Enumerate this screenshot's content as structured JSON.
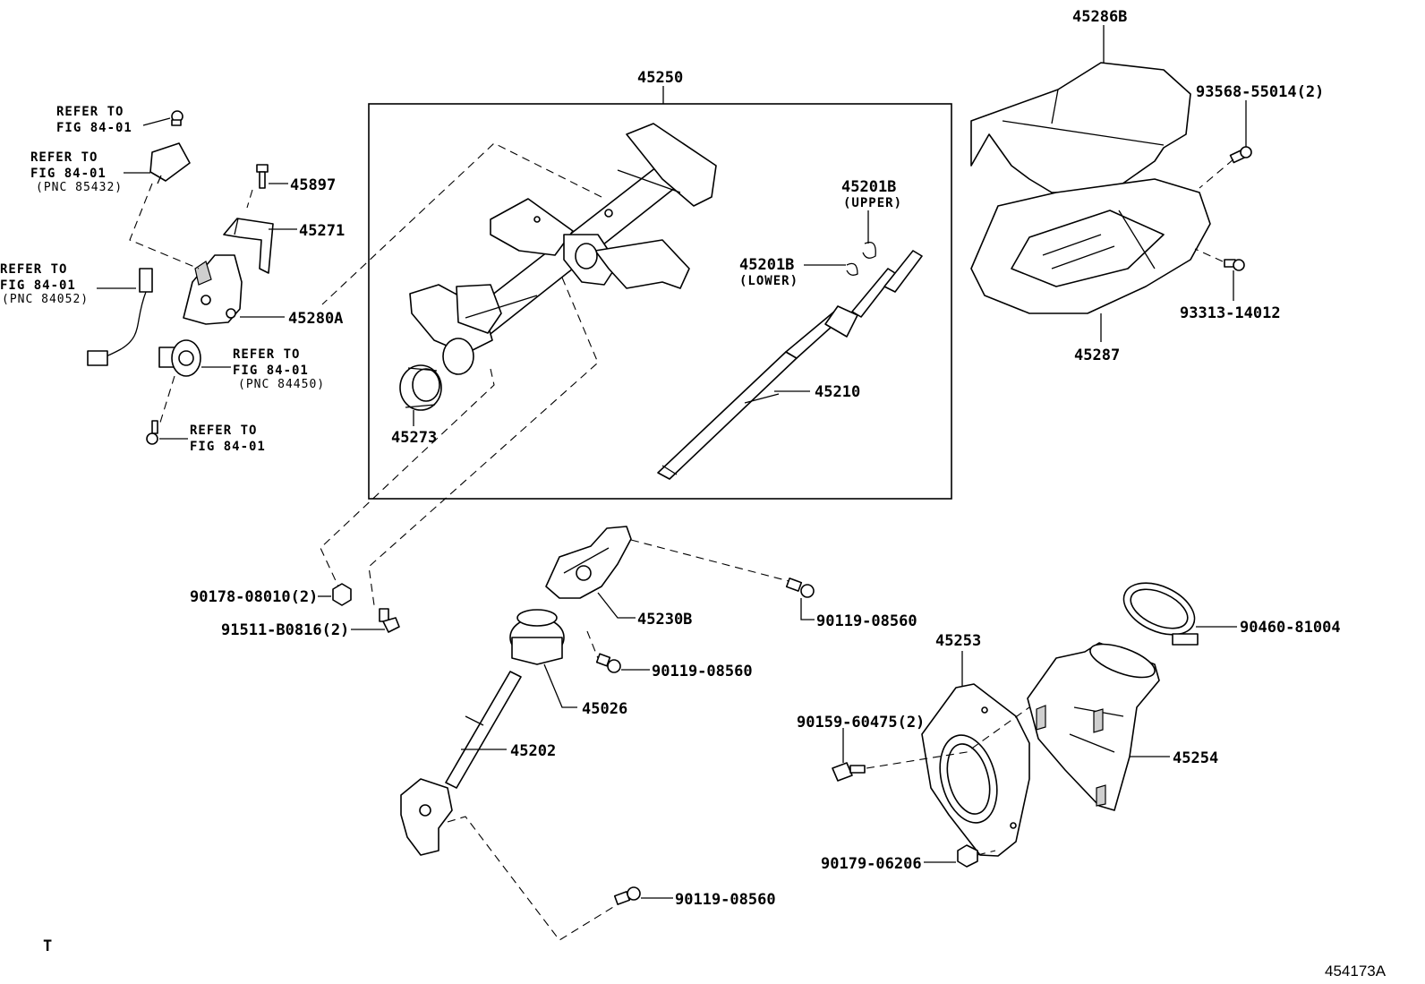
{
  "diagram": {
    "figure_code": "454173A",
    "corner_mark": "T",
    "assembly_box_label": "45250",
    "parts": {
      "p45286B": "45286B",
      "p93568": "93568-55014(2)",
      "p45287": "45287",
      "p93313": "93313-14012",
      "p45250": "45250",
      "p45201B_upper": "45201B",
      "upper": "(UPPER)",
      "p45201B_lower": "45201B",
      "lower": "(LOWER)",
      "p45210": "45210",
      "p45273": "45273",
      "p45897": "45897",
      "p45271": "45271",
      "p45280A": "45280A",
      "p90178": "90178-08010(2)",
      "p91511": "91511-B0816(2)",
      "p45230B": "45230B",
      "p90119_a": "90119-08560",
      "p90119_b": "90119-08560",
      "p90119_c": "90119-08560",
      "p45026": "45026",
      "p45202": "45202",
      "p45253": "45253",
      "p90460": "90460-81004",
      "p90159": "90159-60475(2)",
      "p45254": "45254",
      "p90179": "90179-06206"
    },
    "refers": {
      "r1_a": "REFER TO",
      "r1_b": "FIG 84-01",
      "r2_a": "REFER TO",
      "r2_b": "FIG 84-01",
      "r2_c": "(PNC 85432)",
      "r3_a": "REFER TO",
      "r3_b": "FIG 84-01",
      "r3_c": "(PNC 84052)",
      "r4_a": "REFER TO",
      "r4_b": "FIG 84-01",
      "r4_c": "(PNC 84450)",
      "r5_a": "REFER TO",
      "r5_b": "FIG 84-01"
    }
  }
}
